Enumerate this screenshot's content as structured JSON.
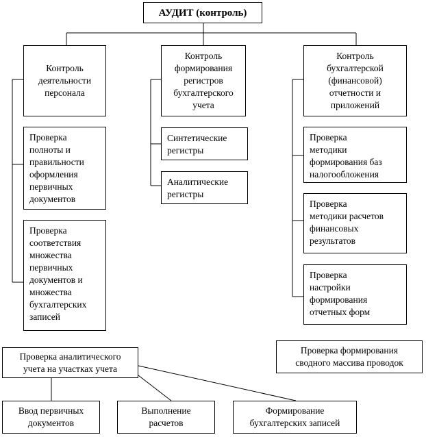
{
  "root": {
    "label": "АУДИТ (контроль)"
  },
  "branches": [
    {
      "label": "Контроль\nдеятельности\nперсонала",
      "items": [
        "Проверка\nполноты и\nправильности\nоформления\nпервичных\nдокументов",
        "Проверка\nсоответствия\nмножества\nпервичных\nдокументов и\nмножества\nбухгалтерских\nзаписей"
      ]
    },
    {
      "label": "Контроль\nформирования\nрегистров\nбухгалтерского\nучета",
      "items": [
        "Синтетические\nрегистры",
        "Аналитические\nрегистры"
      ]
    },
    {
      "label": "Контроль\nбухгалтерской\n(финансовой)\nотчетности и\nприложений",
      "items": [
        "Проверка\nметодики\nформирования баз\nналогообложения",
        "Проверка\nметодики расчетов\nфинансовых\nрезультатов",
        "Проверка\nнастройки\nформирования\nотчетных форм"
      ]
    }
  ],
  "standalone": {
    "label": "Проверка формирования\nсводного массива проводок"
  },
  "analytic": {
    "label": "Проверка аналитического\nучета на участках учета",
    "children": [
      "Ввод первичных\nдокументов",
      "Выполнение\nрасчетов",
      "Формирование\nбухгалтерских записей"
    ]
  }
}
